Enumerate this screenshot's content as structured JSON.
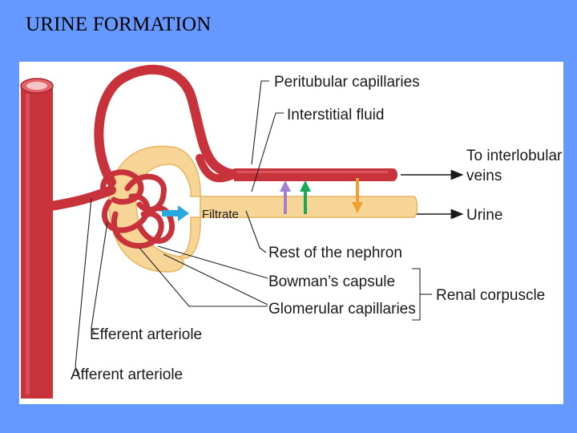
{
  "slide": {
    "title": "URINE FORMATION"
  },
  "diagram": {
    "labels": {
      "peritubular_capillaries": "Peritubular capillaries",
      "interstitial_fluid": "Interstitial fluid",
      "to_interlobular_veins_1": "To interlobular",
      "to_interlobular_veins_2": "veins",
      "urine": "Urine",
      "filtrate": "Filtrate",
      "rest_of_nephron": "Rest of the nephron",
      "bowmans_capsule": "Bowman’s capsule",
      "glomerular_capillaries": "Glomerular capillaries",
      "renal_corpuscle": "Renal corpuscle",
      "efferent_arteriole": "Efferent arteriole",
      "afferent_arteriole": "Afferent arteriole"
    },
    "colors": {
      "blood_vessel": "#c8323a",
      "vessel_highlight": "#e2646a",
      "nephron_tubule": "#f7d596",
      "tubule_edge": "#e7b55f",
      "filtrate_arrow": "#2aa8e0",
      "purple_arrow": "#a37fd0",
      "green_arrow": "#18a85a",
      "orange_arrow": "#f0a030",
      "slide_background": "#6699ff"
    }
  }
}
